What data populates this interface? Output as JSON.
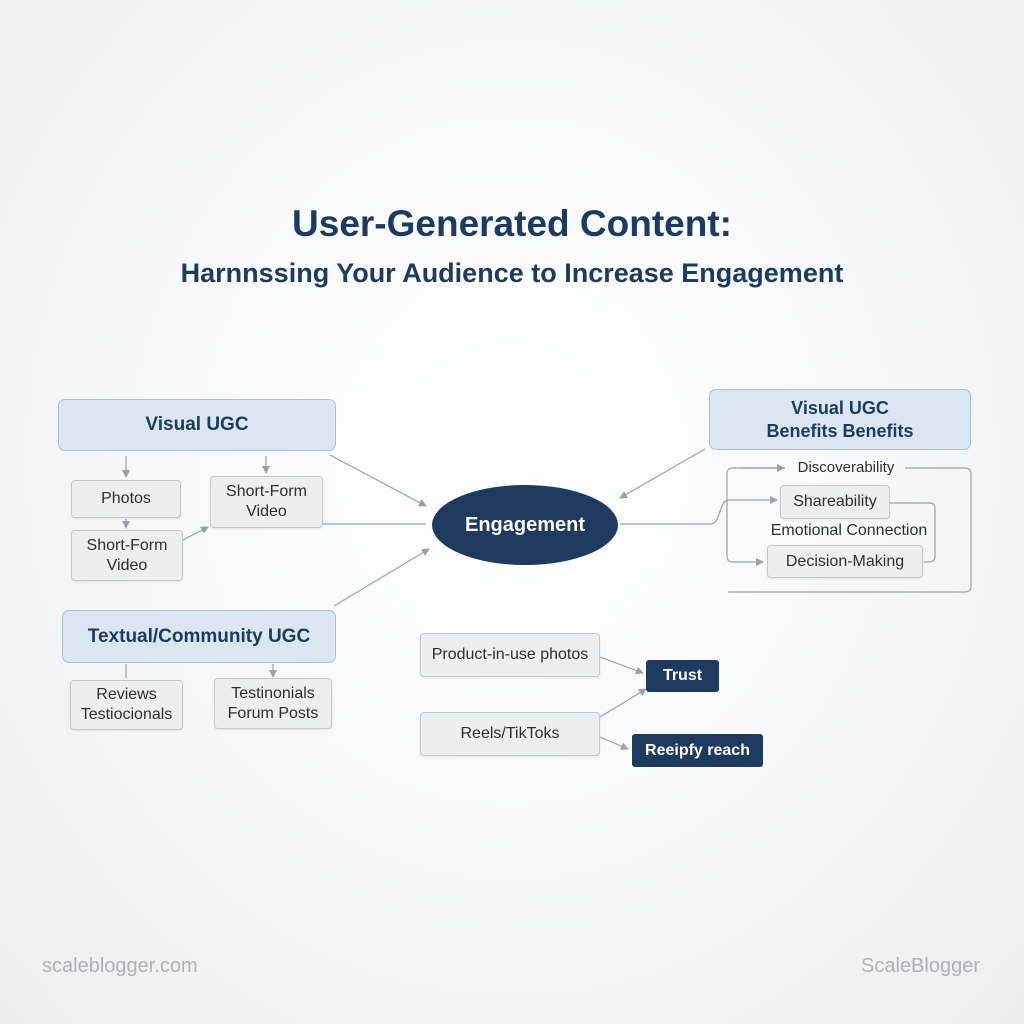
{
  "title": "User-Generated Content:",
  "subtitle": "Harnnssing Your Audience to Increase Engagement",
  "center": "Engagement",
  "visual_ugc": {
    "label": "Visual UGC",
    "photos": "Photos",
    "short_form_video_top": "Short-Form Video",
    "short_form_video_bottom": "Short-Form Video"
  },
  "textual_ugc": {
    "label": "Textual/Community UGC",
    "reviews": "Reviews Testiocionals",
    "testimonials": "Testinonials Forum Posts"
  },
  "benefits": {
    "label": "Visual UGC Benefits Benefits",
    "discoverability": "Discoverability",
    "shareability": "Shareability",
    "emotional_connection": "Emotional Connection",
    "decision_making": "Decision-Making"
  },
  "examples": {
    "product_in_use": "Product-in-use photos",
    "reels": "Reels/TikToks",
    "trust": "Trust",
    "reach": "Reeipfy reach"
  },
  "footer": {
    "left": "scaleblogger.com",
    "right": "ScaleBlogger"
  },
  "colors": {
    "primary": "#1e3a5f",
    "group_fill": "#dbe6f3",
    "leaf_fill": "#eceef0",
    "connector": "#9aa1a9"
  }
}
